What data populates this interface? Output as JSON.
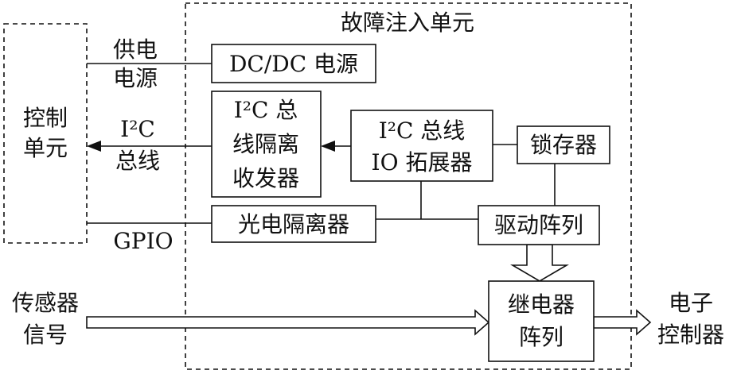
{
  "regions": {
    "fault_unit_title": "故障注入单元",
    "control_unit": [
      "控制",
      "单元"
    ]
  },
  "blocks": {
    "dcdc": "DC/DC 电源",
    "i2c_isolator": [
      "I²C 总",
      "线隔离",
      "收发器"
    ],
    "i2c_expander": [
      "I²C 总线",
      "IO 拓展器"
    ],
    "latch": "锁存器",
    "opto": "光电隔离器",
    "driver": "驱动阵列",
    "relay": [
      "继电器",
      "阵列"
    ]
  },
  "signals": {
    "power": [
      "供电",
      "电源"
    ],
    "i2c_bus": [
      "I²C",
      "总线"
    ],
    "gpio": "GPIO",
    "sensor": [
      "传感器",
      "信号"
    ],
    "ecu": [
      "电子",
      "控制器"
    ]
  }
}
